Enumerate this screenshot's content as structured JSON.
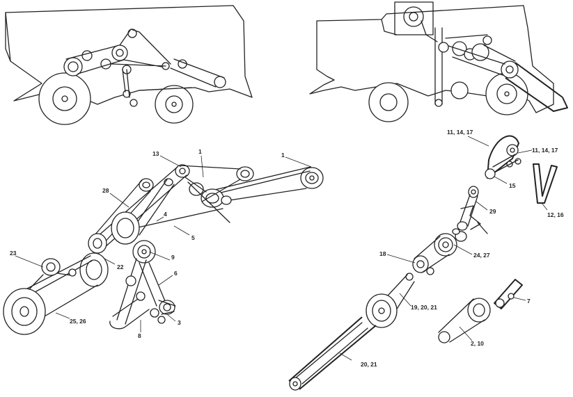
{
  "callouts": {
    "c1a": "1",
    "c1b": "1",
    "c13": "13",
    "c28": "28",
    "c4": "4",
    "c5": "5",
    "c23": "23",
    "c22": "22",
    "c9": "9",
    "c6": "6",
    "c3": "3",
    "c8": "8",
    "c2526": "25, 26",
    "c111417a": "11, 14, 17",
    "c111417b": "11, 14, 17",
    "c15": "15",
    "c1216": "12, 16",
    "c29": "29",
    "c18": "18",
    "c2427": "24, 27",
    "c192021": "19, 20, 21",
    "c7": "7",
    "c210": "2, 10",
    "c2021": "20, 21"
  }
}
